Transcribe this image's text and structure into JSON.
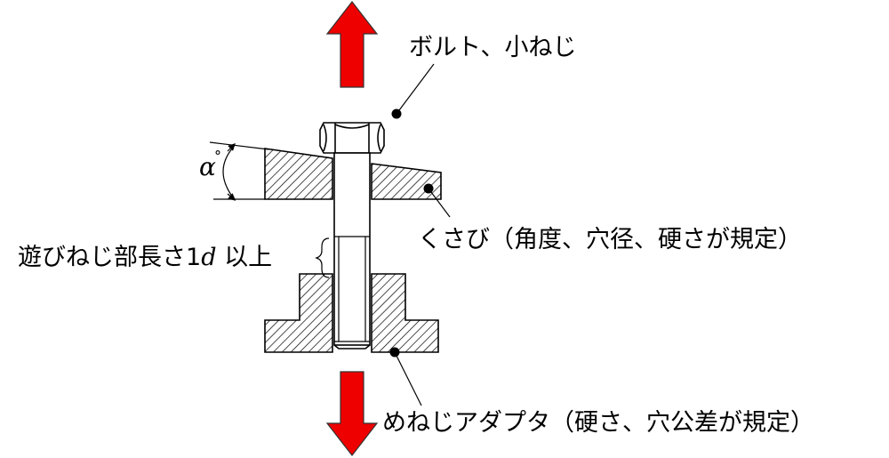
{
  "labels": {
    "bolt": "ボルト、小ねじ",
    "wedge": "くさび（角度、穴径、硬さが規定）",
    "adapter": "めねじアダプタ（硬さ、穴公差が規定）",
    "free_thread_prefix": "遊びねじ部長さ1",
    "free_thread_var": "d",
    "free_thread_suffix": " 以上",
    "angle_symbol": "α",
    "angle_unit": "°"
  },
  "colors": {
    "arrow": "#ee0000",
    "arrow_outline": "#333333",
    "line": "#000000",
    "hatch": "#000000",
    "background": "#ffffff"
  }
}
